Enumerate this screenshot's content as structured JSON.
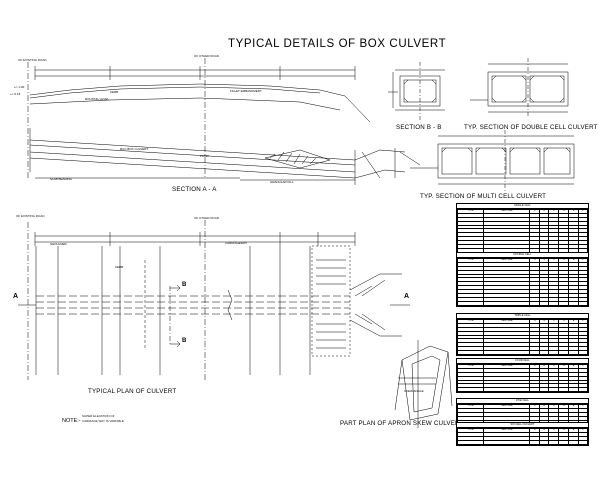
{
  "title": "TYPICAL DETAILS OF BOX CULVERT",
  "captions": {
    "section_aa": "SECTION   A - A",
    "section_bb": "SECTION   B - B",
    "double_cell": "TYP. SECTION OF DOUBLE CELL CULVERT",
    "multi_cell": "TYP. SECTION OF MULTI  CELL CULVERT",
    "plan": "TYPICAL PLAN OF CULVERT",
    "apron": "PART PLAN OF APRON SKEW CULVERT"
  },
  "labels": {
    "existing_road_1": "OF EXISTING ROAD",
    "other_road_1": "OF OTHER ROAD",
    "existing_road_2": "OF EXISTING ROAD",
    "other_road_2": "OF OTHER ROAD",
    "marker_a_left": "A",
    "marker_a_right": "A",
    "marker_b_top": "B",
    "marker_b_bottom": "B"
  },
  "note": {
    "heading": "NOTE:-",
    "line1": "SUPER ELEVATION OF",
    "line2": "CARRIAGE WAY IS VARIABLE"
  },
  "schedules": [
    {
      "title": "SINGLE CELL",
      "rows": 11
    },
    {
      "title": "DOUBLE CELL",
      "rows": 11
    },
    {
      "title": "TRIPLE CELL",
      "rows": 8
    },
    {
      "title": "FOUR CELL",
      "rows": 6
    },
    {
      "title": "FIVE CELL",
      "rows": 4
    },
    {
      "title": "SIX CELL CULVERT",
      "rows": 3
    }
  ],
  "schedule_header": [
    "TYPE",
    "CELL SIZE",
    "A",
    "B",
    "C",
    "D",
    "E",
    "F"
  ]
}
